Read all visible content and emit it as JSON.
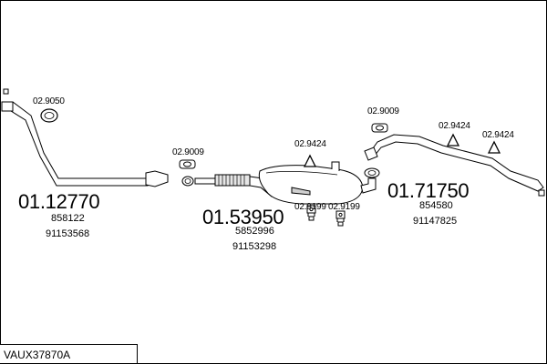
{
  "reference": "VAUX37870A",
  "parts": {
    "front_pipe": {
      "number": "01.12770",
      "oe_numbers": [
        "858122",
        "91153568"
      ]
    },
    "middle_silencer": {
      "number": "01.53950",
      "oe_numbers": [
        "5852996",
        "91153298"
      ]
    },
    "rear_pipe": {
      "number": "01.71750",
      "oe_numbers": [
        "854580",
        "91147825"
      ]
    }
  },
  "fittings": {
    "ring_front": "02.9050",
    "gasket_mid": "02.9009",
    "gasket_rear": "02.9009",
    "hanger_mid": "02.9424",
    "hanger_rear_1": "02.9424",
    "hanger_rear_2": "02.9424",
    "rubber_1": "02.9199",
    "rubber_2": "02.9199"
  },
  "colors": {
    "line": "#000000",
    "part": "#ffffff",
    "shade": "#c8c8c8"
  }
}
